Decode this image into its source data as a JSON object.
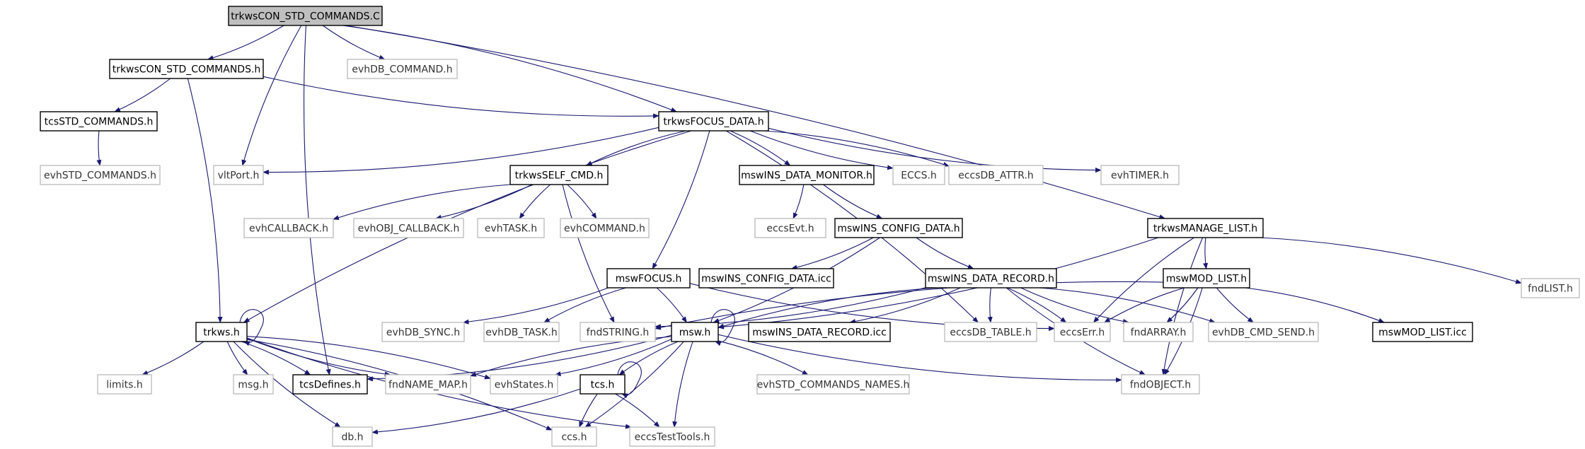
{
  "nodes": [
    {
      "id": "root",
      "label": "trkwsCON_STD_COMMANDS.C",
      "kind": "root"
    },
    {
      "id": "con_h",
      "label": "trkwsCON_STD_COMMANDS.h",
      "kind": "doc"
    },
    {
      "id": "evhdb_cmd",
      "label": "evhDB_COMMAND.h",
      "kind": "ext"
    },
    {
      "id": "tcsstd",
      "label": "tcsSTD_COMMANDS.h",
      "kind": "doc"
    },
    {
      "id": "focus_data",
      "label": "trkwsFOCUS_DATA.h",
      "kind": "doc"
    },
    {
      "id": "evhstd",
      "label": "evhSTD_COMMANDS.h",
      "kind": "ext"
    },
    {
      "id": "vltport",
      "label": "vltPort.h",
      "kind": "ext"
    },
    {
      "id": "selfcmd",
      "label": "trkwsSELF_CMD.h",
      "kind": "doc"
    },
    {
      "id": "dmon",
      "label": "mswINS_DATA_MONITOR.h",
      "kind": "doc"
    },
    {
      "id": "eccs",
      "label": "ECCS.h",
      "kind": "ext"
    },
    {
      "id": "eccsdb_attr",
      "label": "eccsDB_ATTR.h",
      "kind": "ext"
    },
    {
      "id": "evhtimer",
      "label": "evhTIMER.h",
      "kind": "ext"
    },
    {
      "id": "evhcallback",
      "label": "evhCALLBACK.h",
      "kind": "ext"
    },
    {
      "id": "evhobj",
      "label": "evhOBJ_CALLBACK.h",
      "kind": "ext"
    },
    {
      "id": "evhtask",
      "label": "evhTASK.h",
      "kind": "ext"
    },
    {
      "id": "evhcommand",
      "label": "evhCOMMAND.h",
      "kind": "ext"
    },
    {
      "id": "eccsevt",
      "label": "eccsEvt.h",
      "kind": "ext"
    },
    {
      "id": "cfgdata",
      "label": "mswINS_CONFIG_DATA.h",
      "kind": "doc"
    },
    {
      "id": "manage",
      "label": "trkwsMANAGE_LIST.h",
      "kind": "doc"
    },
    {
      "id": "fndlist",
      "label": "fndLIST.h",
      "kind": "ext"
    },
    {
      "id": "cfgicc",
      "label": "mswINS_CONFIG_DATA.icc",
      "kind": "doc"
    },
    {
      "id": "mswfocus",
      "label": "mswFOCUS.h",
      "kind": "doc"
    },
    {
      "id": "drec",
      "label": "mswINS_DATA_RECORD.h",
      "kind": "doc"
    },
    {
      "id": "modlist",
      "label": "mswMOD_LIST.h",
      "kind": "doc"
    },
    {
      "id": "trkws",
      "label": "trkws.h",
      "kind": "doc"
    },
    {
      "id": "evhsync",
      "label": "evhDB_SYNC.h",
      "kind": "ext"
    },
    {
      "id": "evhdbtask",
      "label": "evhDB_TASK.h",
      "kind": "ext"
    },
    {
      "id": "fndstring",
      "label": "fndSTRING.h",
      "kind": "ext"
    },
    {
      "id": "msw",
      "label": "msw.h",
      "kind": "doc"
    },
    {
      "id": "drecicc",
      "label": "mswINS_DATA_RECORD.icc",
      "kind": "doc"
    },
    {
      "id": "eccsdbtable",
      "label": "eccsDB_TABLE.h",
      "kind": "ext"
    },
    {
      "id": "eccserr",
      "label": "eccsErr.h",
      "kind": "ext"
    },
    {
      "id": "fndarray",
      "label": "fndARRAY.h",
      "kind": "ext"
    },
    {
      "id": "cmdsend",
      "label": "evhDB_CMD_SEND.h",
      "kind": "ext"
    },
    {
      "id": "modlisticc",
      "label": "mswMOD_LIST.icc",
      "kind": "doc"
    },
    {
      "id": "limits",
      "label": "limits.h",
      "kind": "ext"
    },
    {
      "id": "msg",
      "label": "msg.h",
      "kind": "ext"
    },
    {
      "id": "tcsdefines",
      "label": "tcsDefines.h",
      "kind": "doc"
    },
    {
      "id": "fndnamemap",
      "label": "fndNAME_MAP.h",
      "kind": "ext"
    },
    {
      "id": "evhstates",
      "label": "evhStates.h",
      "kind": "ext"
    },
    {
      "id": "tcs",
      "label": "tcs.h",
      "kind": "doc"
    },
    {
      "id": "evhstdnames",
      "label": "evhSTD_COMMANDS_NAMES.h",
      "kind": "ext"
    },
    {
      "id": "fndobject",
      "label": "fndOBJECT.h",
      "kind": "ext"
    },
    {
      "id": "db",
      "label": "db.h",
      "kind": "ext"
    },
    {
      "id": "ccs",
      "label": "ccs.h",
      "kind": "ext"
    },
    {
      "id": "eccstest",
      "label": "eccsTestTools.h",
      "kind": "ext"
    }
  ],
  "edges": [
    [
      "root",
      "con_h"
    ],
    [
      "root",
      "evhdb_cmd"
    ],
    [
      "root",
      "focus_data"
    ],
    [
      "root",
      "vltport"
    ],
    [
      "root",
      "manage"
    ],
    [
      "root",
      "tcsdefines"
    ],
    [
      "con_h",
      "tcsstd"
    ],
    [
      "con_h",
      "focus_data"
    ],
    [
      "con_h",
      "trkws"
    ],
    [
      "tcsstd",
      "evhstd"
    ],
    [
      "focus_data",
      "vltport"
    ],
    [
      "focus_data",
      "selfcmd"
    ],
    [
      "focus_data",
      "dmon"
    ],
    [
      "focus_data",
      "eccs"
    ],
    [
      "focus_data",
      "eccsdb_attr"
    ],
    [
      "focus_data",
      "evhtimer"
    ],
    [
      "focus_data",
      "mswfocus"
    ],
    [
      "focus_data",
      "trkws"
    ],
    [
      "focus_data",
      "eccsdbtable"
    ],
    [
      "selfcmd",
      "evhcallback"
    ],
    [
      "selfcmd",
      "evhobj"
    ],
    [
      "selfcmd",
      "evhtask"
    ],
    [
      "selfcmd",
      "evhcommand"
    ],
    [
      "selfcmd",
      "fndstring"
    ],
    [
      "dmon",
      "eccsevt"
    ],
    [
      "dmon",
      "cfgdata"
    ],
    [
      "cfgdata",
      "cfgicc"
    ],
    [
      "cfgdata",
      "drec"
    ],
    [
      "cfgdata",
      "msw"
    ],
    [
      "manage",
      "modlist"
    ],
    [
      "manage",
      "fndlist"
    ],
    [
      "manage",
      "eccserr"
    ],
    [
      "manage",
      "msw"
    ],
    [
      "manage",
      "fndobject"
    ],
    [
      "mswfocus",
      "evhsync"
    ],
    [
      "mswfocus",
      "evhdbtask"
    ],
    [
      "mswfocus",
      "msw"
    ],
    [
      "mswfocus",
      "eccserr"
    ],
    [
      "drec",
      "drecicc"
    ],
    [
      "drec",
      "eccsdbtable"
    ],
    [
      "drec",
      "eccserr"
    ],
    [
      "drec",
      "fndarray"
    ],
    [
      "drec",
      "cmdsend"
    ],
    [
      "drec",
      "msw"
    ],
    [
      "drec",
      "fndstring"
    ],
    [
      "drec",
      "fndobject"
    ],
    [
      "modlist",
      "modlisticc"
    ],
    [
      "modlist",
      "eccserr"
    ],
    [
      "modlist",
      "fndarray"
    ],
    [
      "modlist",
      "cmdsend"
    ],
    [
      "modlist",
      "fndobject"
    ],
    [
      "modlist",
      "fndstring"
    ],
    [
      "trkws",
      "limits"
    ],
    [
      "trkws",
      "msg"
    ],
    [
      "trkws",
      "tcsdefines"
    ],
    [
      "trkws",
      "fndnamemap"
    ],
    [
      "trkws",
      "evhstates"
    ],
    [
      "trkws",
      "db"
    ],
    [
      "trkws",
      "ccs"
    ],
    [
      "trkws",
      "eccstest"
    ],
    [
      "msw",
      "tcsdefines"
    ],
    [
      "msw",
      "fndnamemap"
    ],
    [
      "msw",
      "evhstates"
    ],
    [
      "msw",
      "tcs"
    ],
    [
      "msw",
      "evhstdnames"
    ],
    [
      "msw",
      "fndobject"
    ],
    [
      "msw",
      "ccs"
    ],
    [
      "msw",
      "eccstest"
    ],
    [
      "tcs",
      "db"
    ],
    [
      "tcs",
      "ccs"
    ],
    [
      "tcs",
      "eccstest"
    ]
  ]
}
